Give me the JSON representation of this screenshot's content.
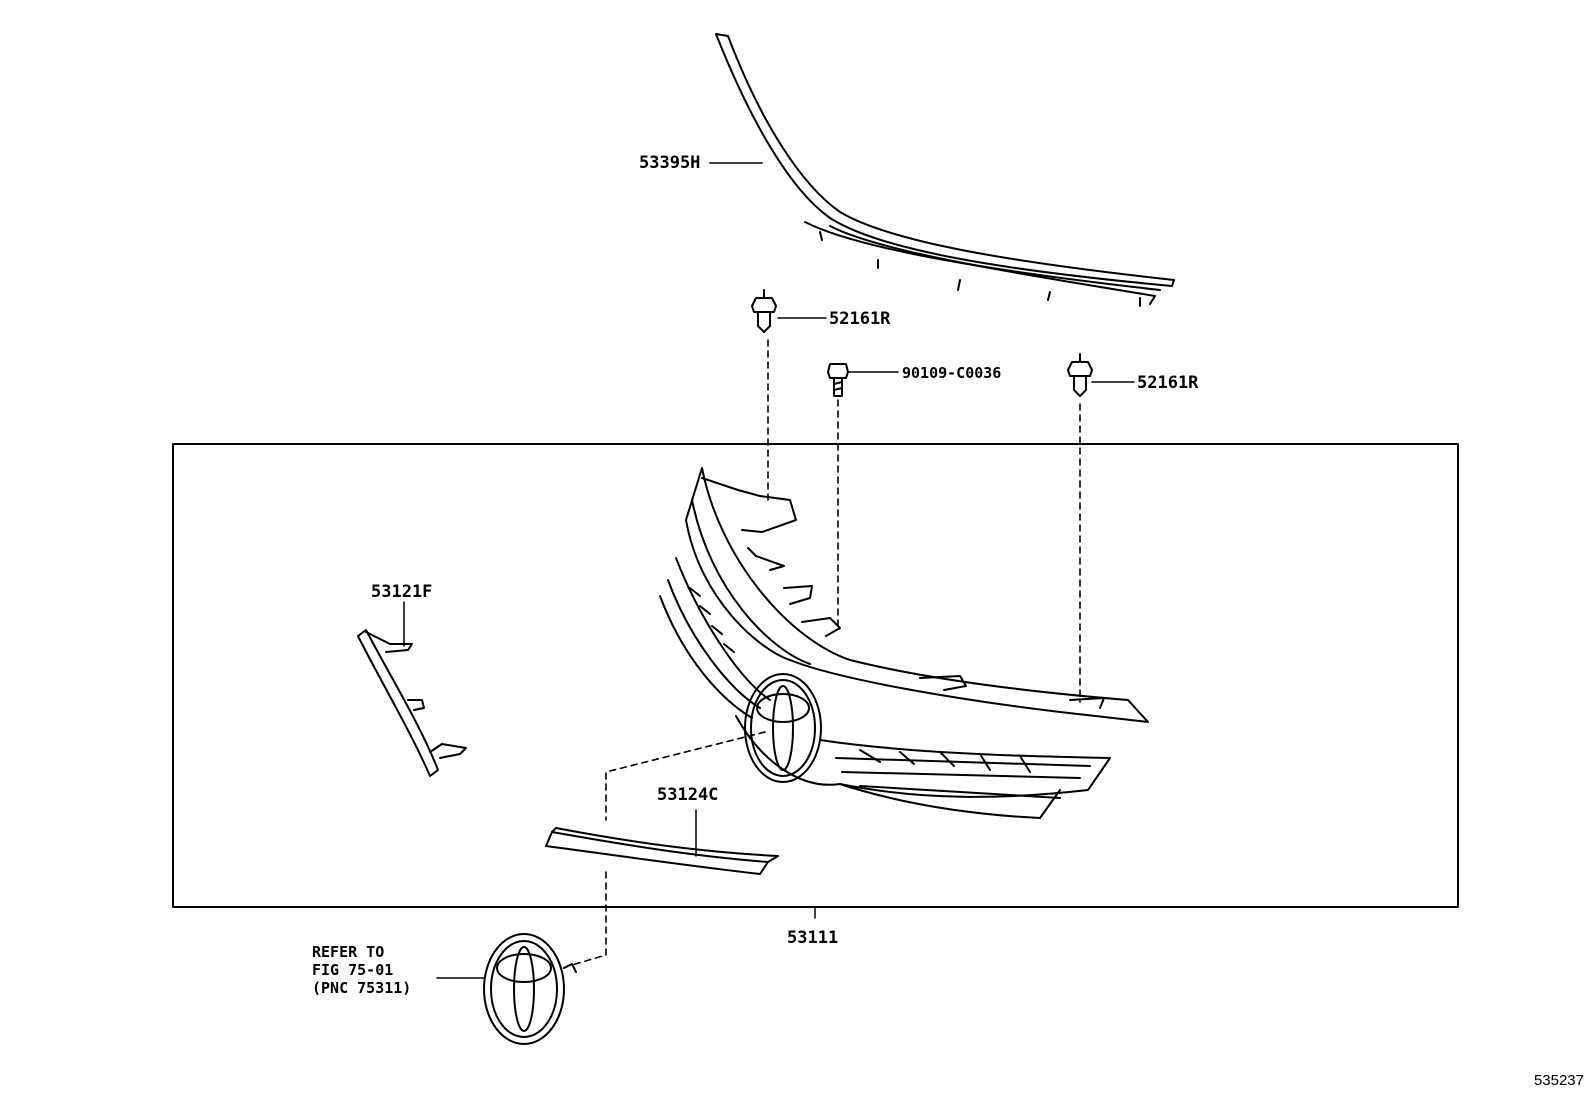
{
  "labels": {
    "molding_top": "53395H",
    "clip_left": "52161R",
    "bolt": "90109-C0036",
    "clip_right": "52161R",
    "side_molding": "53121F",
    "lower_molding": "53124C",
    "grille_assy": "53111",
    "refer_line1": "REFER TO",
    "refer_line2": "FIG 75-01",
    "refer_line3": "(PNC 75311)"
  },
  "figure_id": "535237",
  "icons": {
    "emblem": "toyota-emblem-icon"
  }
}
